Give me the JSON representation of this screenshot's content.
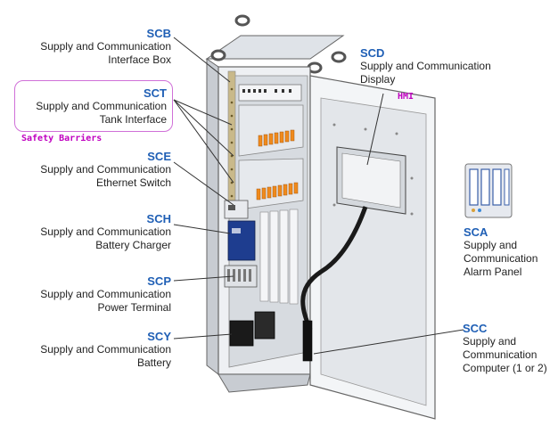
{
  "labels": {
    "scb": {
      "code": "SCB",
      "desc1": "Supply and Communication",
      "desc2": "Interface Box"
    },
    "sct": {
      "code": "SCT",
      "desc1": "Supply and Communication",
      "desc2": "Tank Interface"
    },
    "sce": {
      "code": "SCE",
      "desc1": "Supply and Communication",
      "desc2": "Ethernet Switch"
    },
    "sch": {
      "code": "SCH",
      "desc1": "Supply and Communication",
      "desc2": "Battery Charger"
    },
    "scp": {
      "code": "SCP",
      "desc1": "Supply and Communication",
      "desc2": "Power Terminal"
    },
    "scy": {
      "code": "SCY",
      "desc1": "Supply and Communication",
      "desc2": "Battery"
    },
    "scd": {
      "code": "SCD",
      "desc1": "Supply and Communication",
      "desc2": "Display"
    },
    "sca": {
      "code": "SCA",
      "desc1": "Supply and",
      "desc2": "Communication",
      "desc3": "Alarm Panel"
    },
    "scc": {
      "code": "SCC",
      "desc1": "Supply and",
      "desc2": "Communication",
      "desc3": "Computer (1 or 2)"
    }
  },
  "annotations": {
    "safety_barriers": "Safety Barriers",
    "hmi": "HMI"
  },
  "colors": {
    "code_blue": "#1f5fb5",
    "annotation_magenta": "#c000c0",
    "barrier_orange": "#f08a1c",
    "cabinet_gray": "#e3e6ea",
    "charger_blue": "#1e3d8f"
  }
}
